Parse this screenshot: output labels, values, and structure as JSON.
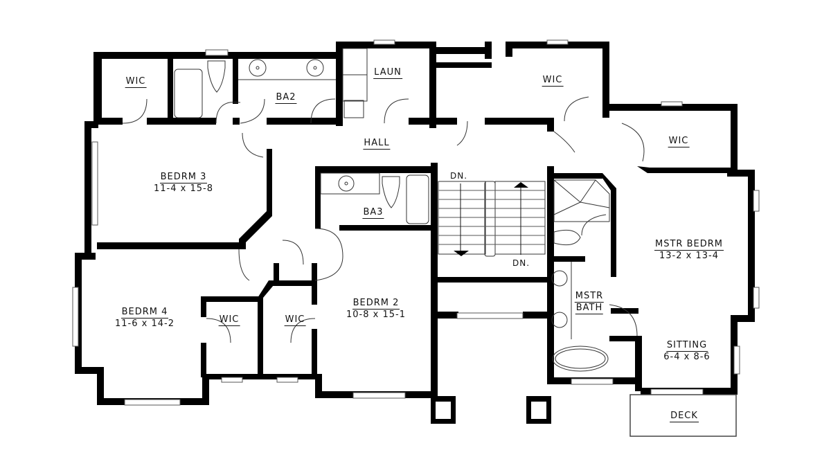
{
  "plan": {
    "rooms": [
      {
        "id": "wic-nw",
        "name": "WIC",
        "dim": ""
      },
      {
        "id": "ba2",
        "name": "BA2",
        "dim": ""
      },
      {
        "id": "laun",
        "name": "LAUN",
        "dim": ""
      },
      {
        "id": "wic-n",
        "name": "WIC",
        "dim": ""
      },
      {
        "id": "wic-ne",
        "name": "WIC",
        "dim": ""
      },
      {
        "id": "hall",
        "name": "HALL",
        "dim": ""
      },
      {
        "id": "bedrm3",
        "name": "BEDRM 3",
        "dim": "11-4 x 15-8"
      },
      {
        "id": "ba3",
        "name": "BA3",
        "dim": ""
      },
      {
        "id": "mstr-bedrm",
        "name": "MSTR BEDRM",
        "dim": "13-2 x 13-4"
      },
      {
        "id": "mstr-bath",
        "name": "MSTR",
        "dim": "BATH"
      },
      {
        "id": "bedrm4",
        "name": "BEDRM 4",
        "dim": "11-6 x 14-2"
      },
      {
        "id": "wic-b4",
        "name": "WIC",
        "dim": ""
      },
      {
        "id": "wic-b2",
        "name": "WIC",
        "dim": ""
      },
      {
        "id": "bedrm2",
        "name": "BEDRM 2",
        "dim": "10-8 x 15-1"
      },
      {
        "id": "sitting",
        "name": "SITTING",
        "dim": "6-4 x 8-6"
      },
      {
        "id": "deck",
        "name": "DECK",
        "dim": ""
      }
    ],
    "stairs": {
      "left_label": "DN.",
      "right_label": "DN."
    },
    "colors": {
      "wall": "#000000",
      "fixture": "#333333",
      "background": "#ffffff"
    }
  }
}
